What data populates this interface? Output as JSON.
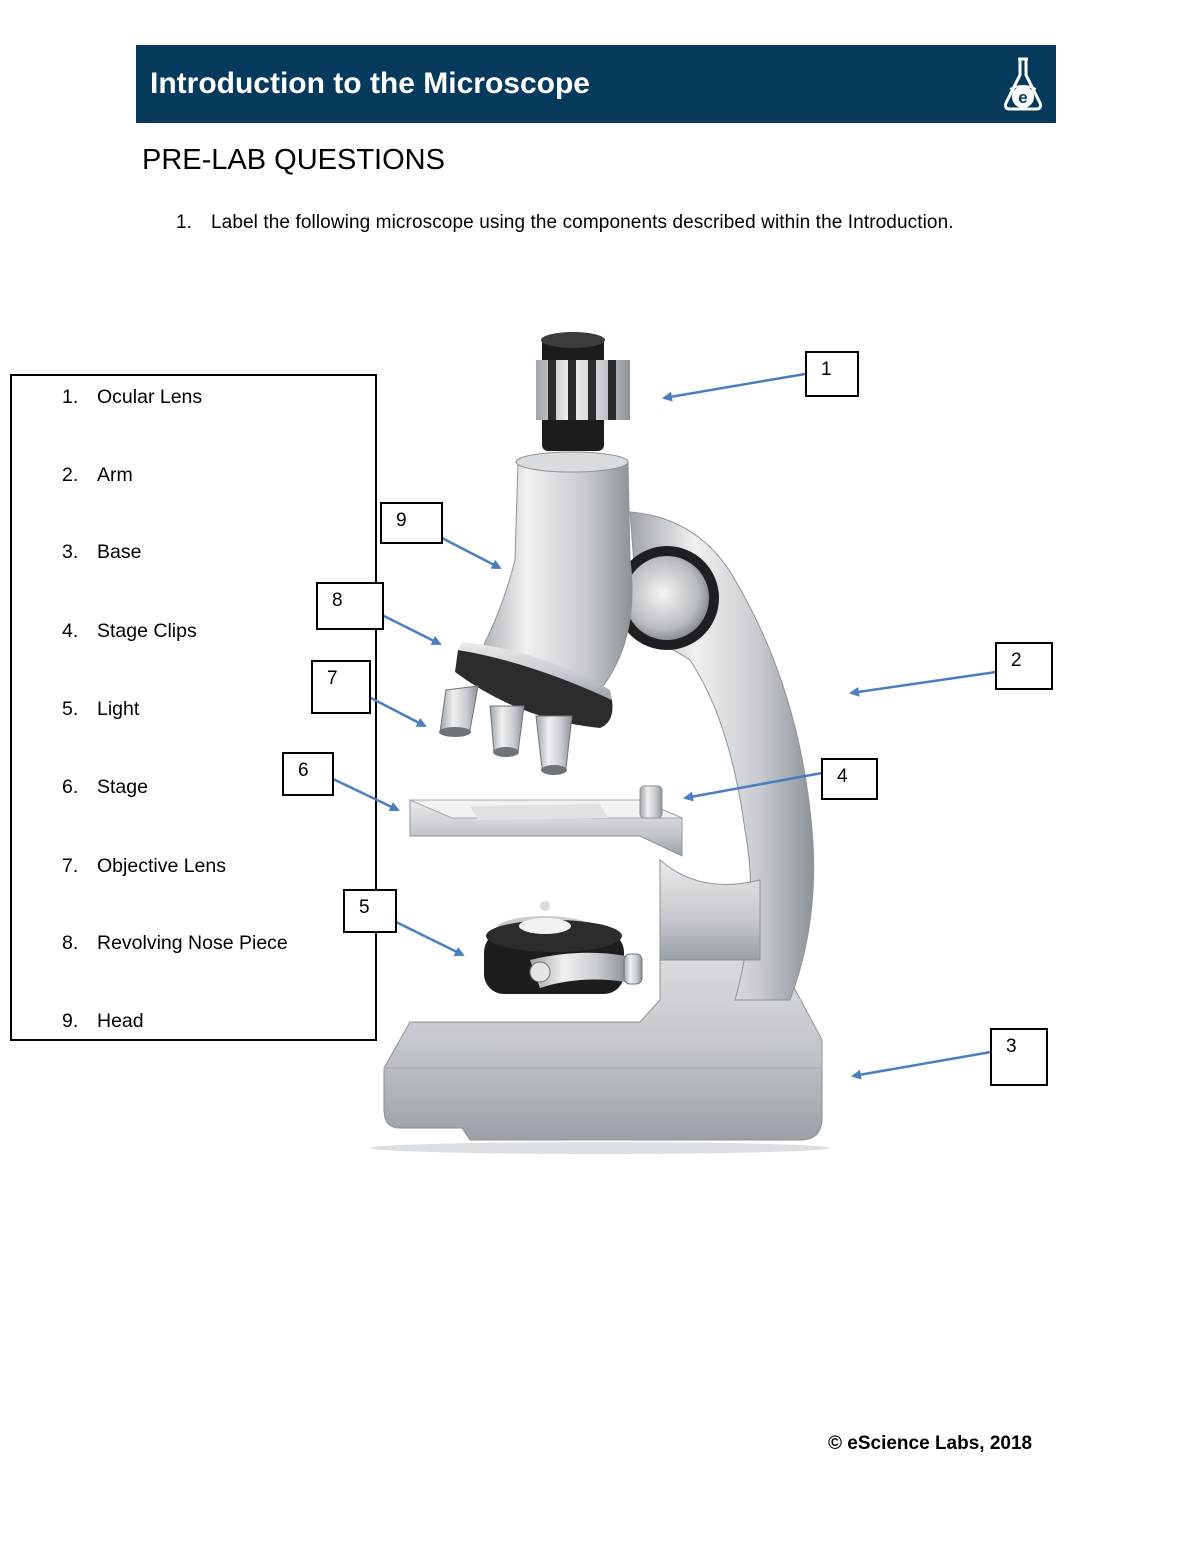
{
  "header": {
    "title": "Introduction to the Microscope",
    "logo_icon": "flask-e-logo-icon"
  },
  "section_title": "PRE-LAB QUESTIONS",
  "question": {
    "number": "1.",
    "text": "Label the following microscope using the components described within the Introduction."
  },
  "parts": [
    {
      "number": "1.",
      "label": "Ocular Lens"
    },
    {
      "number": "2.",
      "label": "Arm"
    },
    {
      "number": "3.",
      "label": "Base"
    },
    {
      "number": "4.",
      "label": "Stage Clips"
    },
    {
      "number": "5.",
      "label": "Light"
    },
    {
      "number": "6.",
      "label": "Stage"
    },
    {
      "number": "7.",
      "label": "Objective Lens"
    },
    {
      "number": "8.",
      "label": "Revolving Nose Piece"
    },
    {
      "number": "9.",
      "label": "Head"
    }
  ],
  "callouts": [
    "1",
    "2",
    "3",
    "4",
    "5",
    "6",
    "7",
    "8",
    "9"
  ],
  "footer": "© eScience Labs, 2018",
  "colors": {
    "banner": "#053a5c",
    "arrow": "#4a7ebf"
  }
}
